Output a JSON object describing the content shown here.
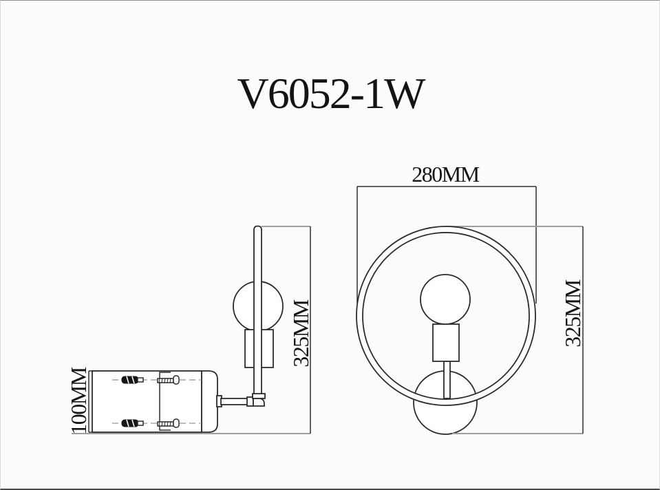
{
  "title": "V6052-1W",
  "drawing": {
    "side_view": {
      "depth_dimension": "100MM",
      "height_dimension": "325MM"
    },
    "front_view": {
      "width_dimension": "280MM",
      "height_dimension": "325MM"
    }
  },
  "colors": {
    "object_line": "#2b2b2b",
    "dimension_line": "#2f2f2f",
    "extension_line": "#9e9e9e",
    "background": "#fcfcfc"
  }
}
